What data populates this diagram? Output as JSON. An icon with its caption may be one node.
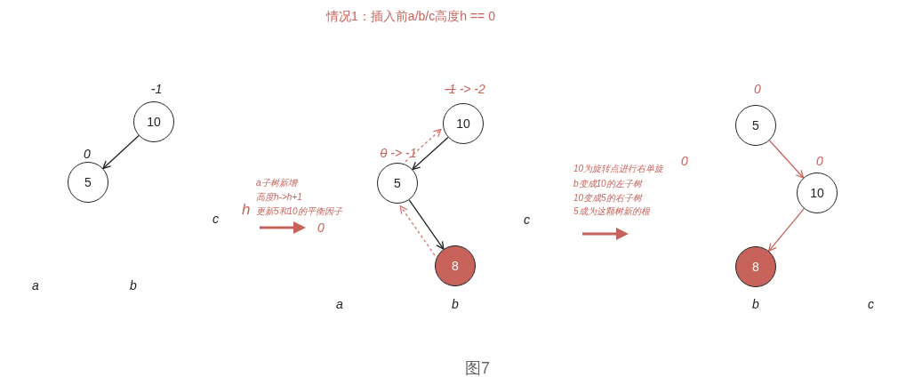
{
  "diagram": {
    "title": "情况1：插入前a/b/c高度h == 0",
    "caption": "图7",
    "nodes": [
      {
        "text": [
          "10"
        ],
        "beside": [
          "-1"
        ]
      },
      {
        "text": [
          "5"
        ],
        "beside": [
          "0"
        ]
      },
      {
        "text": [
          "10"
        ],
        "beside": [
          "-1",
          "-> -2"
        ]
      },
      {
        "text": [
          "5"
        ],
        "beside": [
          "0",
          "-> -1"
        ]
      },
      {
        "text": [
          "8"
        ]
      },
      {
        "text": [
          "5"
        ],
        "beside": [
          "0"
        ]
      },
      {
        "text": [
          "10"
        ],
        "beside": [
          "0"
        ]
      },
      {
        "text": [
          "8"
        ]
      }
    ],
    "edges": [
      {
        "from": 0,
        "to": 1,
        "arrow": "to"
      },
      {
        "from": 2,
        "to": 3,
        "arrow": "to"
      },
      {
        "from": 3,
        "to": 4,
        "arrow": "to"
      },
      {
        "from": 4,
        "to": 3,
        "arrow": "to",
        "style": "dashed",
        "color": "#d4726b"
      },
      {
        "from": 3,
        "to": 2,
        "arrow": "to",
        "style": "dashed",
        "color": "#d4726b"
      },
      {
        "from": 5,
        "to": 6,
        "arrow": "to",
        "color": "#c8635c"
      },
      {
        "from": 6,
        "to": 7,
        "arrow": "to",
        "color": "#c8635c"
      }
    ],
    "labels": [
      "a",
      "b",
      "c",
      "h",
      "a子树新增",
      "高度h->h+1",
      "更新5和10的平衡因子",
      "0",
      "a",
      "b",
      "c",
      "0",
      "10为旋转点进行右单旋",
      "b变成10的左子树",
      "10变成5的右子树",
      "5成为这颗树新的根",
      "b",
      "c"
    ]
  }
}
